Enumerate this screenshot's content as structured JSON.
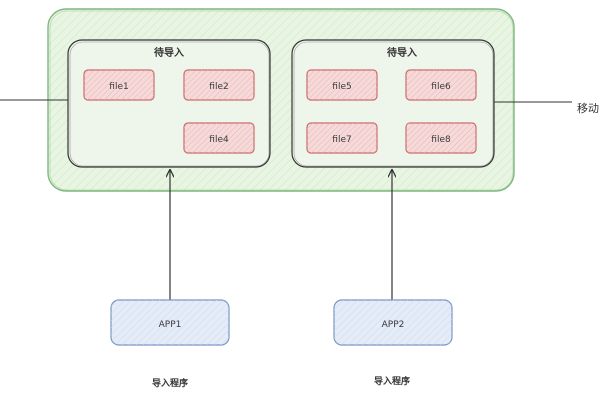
{
  "container": {
    "fill": "#e9f5e3",
    "stroke": "#7fb77f"
  },
  "queues": [
    {
      "title": "待导入",
      "files": [
        "file1",
        "file2",
        "file4"
      ]
    },
    {
      "title": "待导入",
      "files": [
        "file5",
        "file6",
        "file7",
        "file8"
      ]
    }
  ],
  "file_style": {
    "fill": "#f6dada",
    "stroke": "#c96a6a"
  },
  "apps": [
    {
      "label": "APP1",
      "caption": "导入程序"
    },
    {
      "label": "APP2",
      "caption": "导入程序"
    }
  ],
  "app_style": {
    "fill": "#e4ecf8",
    "stroke": "#7b95c4"
  },
  "side_label": "移动"
}
